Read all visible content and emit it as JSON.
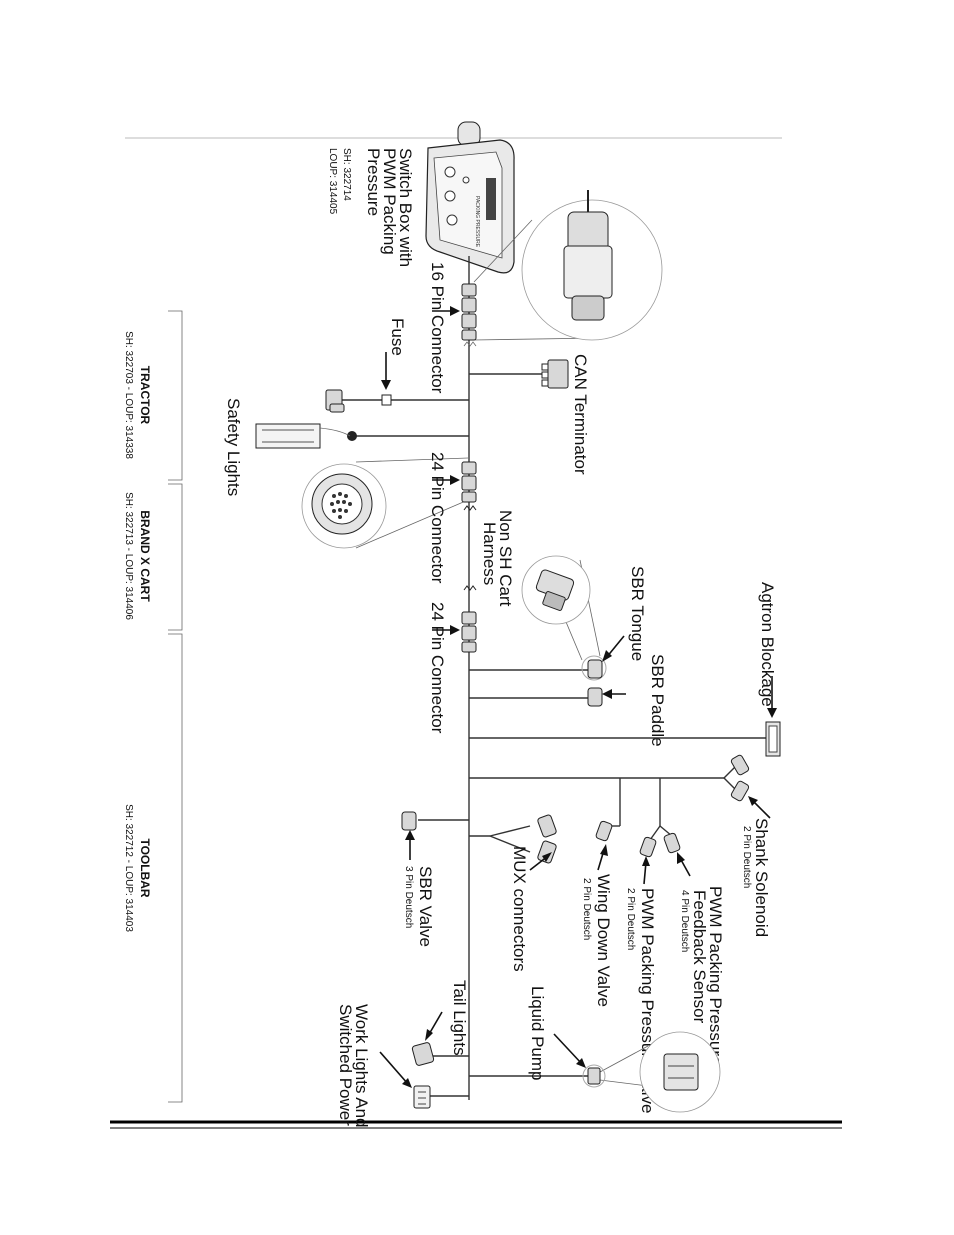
{
  "sections": {
    "tractor": {
      "title": "TRACTOR",
      "sub": "SH: 322703 - LOUP: 314338"
    },
    "cart": {
      "title": "BRAND X CART",
      "sub": "SH: 322713 - LOUP: 314406"
    },
    "toolbar": {
      "title": "TOOLBAR",
      "sub": "SH: 322712 - LOUP: 314403"
    }
  },
  "switch_box": {
    "lines": [
      "Switch Box with",
      "PWM Packing",
      "Pressure"
    ],
    "sh": "SH: 322714",
    "loup": "LOUP: 314405"
  },
  "labels": {
    "pin16": "16 Pin Connector",
    "fuse": "Fuse",
    "safety_lights": "Safety Lights",
    "can_terminator": "CAN Terminator",
    "pin24_a": "24 Pin Connector",
    "non_sh_cart_1": "Non SH Cart",
    "non_sh_cart_2": "Harness",
    "pin24_b": "24 Pin Connector",
    "sbr_tongue": "SBR Tongue",
    "sbr_paddle": "SBR Paddle",
    "agtron": "Agtron Blockage",
    "shank_solenoid": "Shank Solenoid",
    "shank_solenoid_sub": "2 Pin Deutsch",
    "pwm_feedback_1": "PWM Packing Pressure",
    "pwm_feedback_2": "Feedback Sensor",
    "pwm_feedback_sub": "4 Pin Deutsch",
    "pwm_valve": "PWM Packing Pressure Valve",
    "pwm_valve_sub": "2 Pin Deutsch",
    "wing_down": "Wing Down Valve",
    "wing_down_sub": "2 Pin Deutsch",
    "mux": "MUX connectors",
    "sbr_valve": "SBR Valve",
    "sbr_valve_sub": "3 Pin Deutsch",
    "liquid_pump": "Liquid Pump",
    "tail_lights": "Tail Lights",
    "work_lights_1": "Work Lights And",
    "work_lights_2": "Switched Power"
  }
}
